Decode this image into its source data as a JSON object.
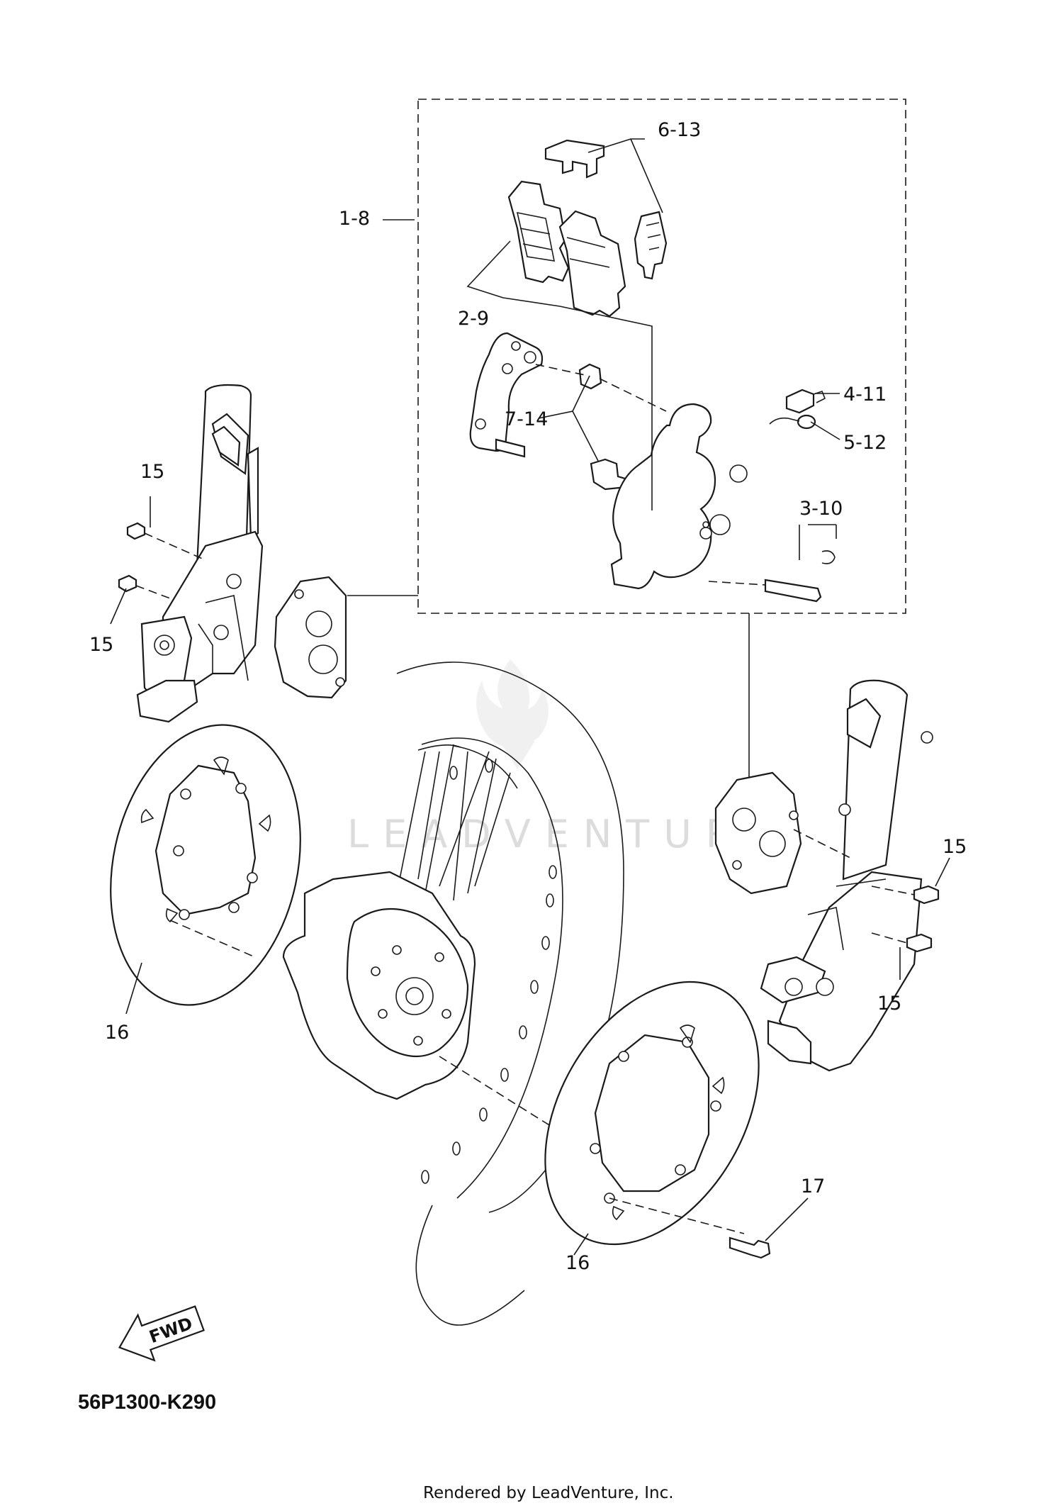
{
  "diagram": {
    "callouts": {
      "c1_8": "1-8",
      "c6_13": "6-13",
      "c2_9": "2-9",
      "c7_14": "7-14",
      "c4_11": "4-11",
      "c5_12": "5-12",
      "c3_10": "3-10",
      "c15_a": "15",
      "c15_b": "15",
      "c15_c": "15",
      "c15_d": "15",
      "c16_a": "16",
      "c16_b": "16",
      "c17": "17"
    },
    "direction_arrow": "FWD",
    "diagram_code": "56P1300-K290",
    "watermark": "LEADVENTURE",
    "footer": "Rendered by LeadVenture, Inc."
  }
}
